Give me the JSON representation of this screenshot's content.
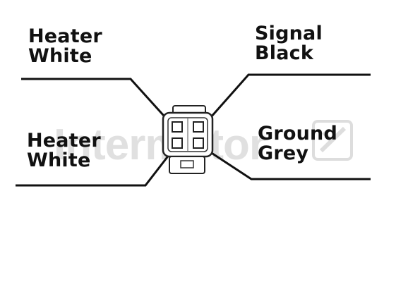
{
  "labels": {
    "top_left_line1": "Heater",
    "top_left_line2": "White",
    "top_right_line1": "Signal",
    "top_right_line2": "Black",
    "bottom_left_line1": "Heater",
    "bottom_left_line2": "White",
    "bottom_right_line1": "Ground",
    "bottom_right_line2": "Grey"
  },
  "watermark": {
    "text": "Intermotor",
    "color": "#c8c8c8"
  },
  "colors": {
    "wire": "#111111",
    "connector_fill": "#ffffff",
    "connector_stroke": "#222222"
  }
}
